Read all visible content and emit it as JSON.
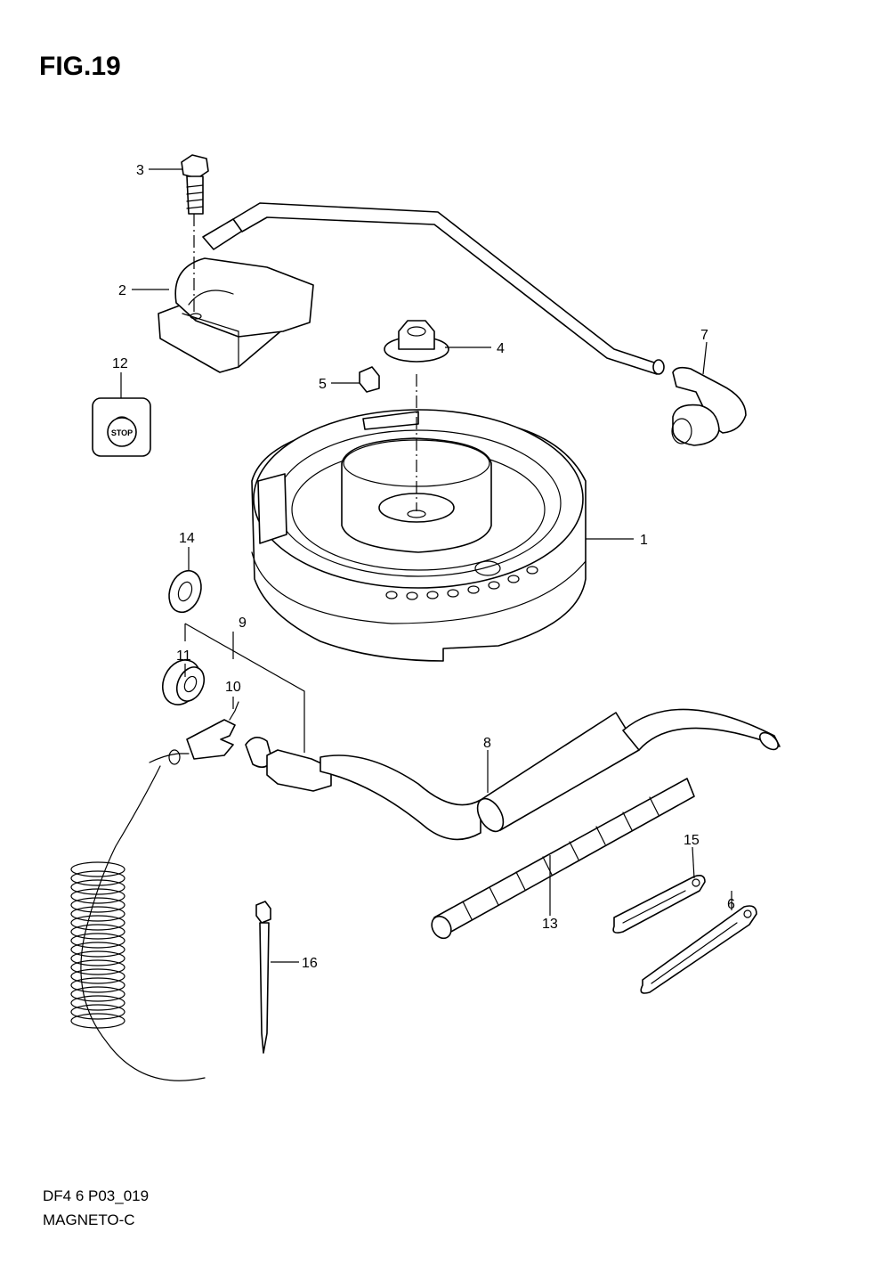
{
  "figure": {
    "title": "FIG.19",
    "model_code": "DF4 6 P03_019",
    "section_name": "MAGNETO-C"
  },
  "stop_label": "STOP",
  "callouts": [
    {
      "id": "c1",
      "label": "1"
    },
    {
      "id": "c2",
      "label": "2"
    },
    {
      "id": "c3",
      "label": "3"
    },
    {
      "id": "c4",
      "label": "4"
    },
    {
      "id": "c5",
      "label": "5"
    },
    {
      "id": "c6",
      "label": "6"
    },
    {
      "id": "c7",
      "label": "7"
    },
    {
      "id": "c8",
      "label": "8"
    },
    {
      "id": "c9",
      "label": "9"
    },
    {
      "id": "c10",
      "label": "10"
    },
    {
      "id": "c11",
      "label": "11"
    },
    {
      "id": "c12",
      "label": "12"
    },
    {
      "id": "c13",
      "label": "13"
    },
    {
      "id": "c14",
      "label": "14"
    },
    {
      "id": "c15",
      "label": "15"
    },
    {
      "id": "c16",
      "label": "16"
    }
  ]
}
